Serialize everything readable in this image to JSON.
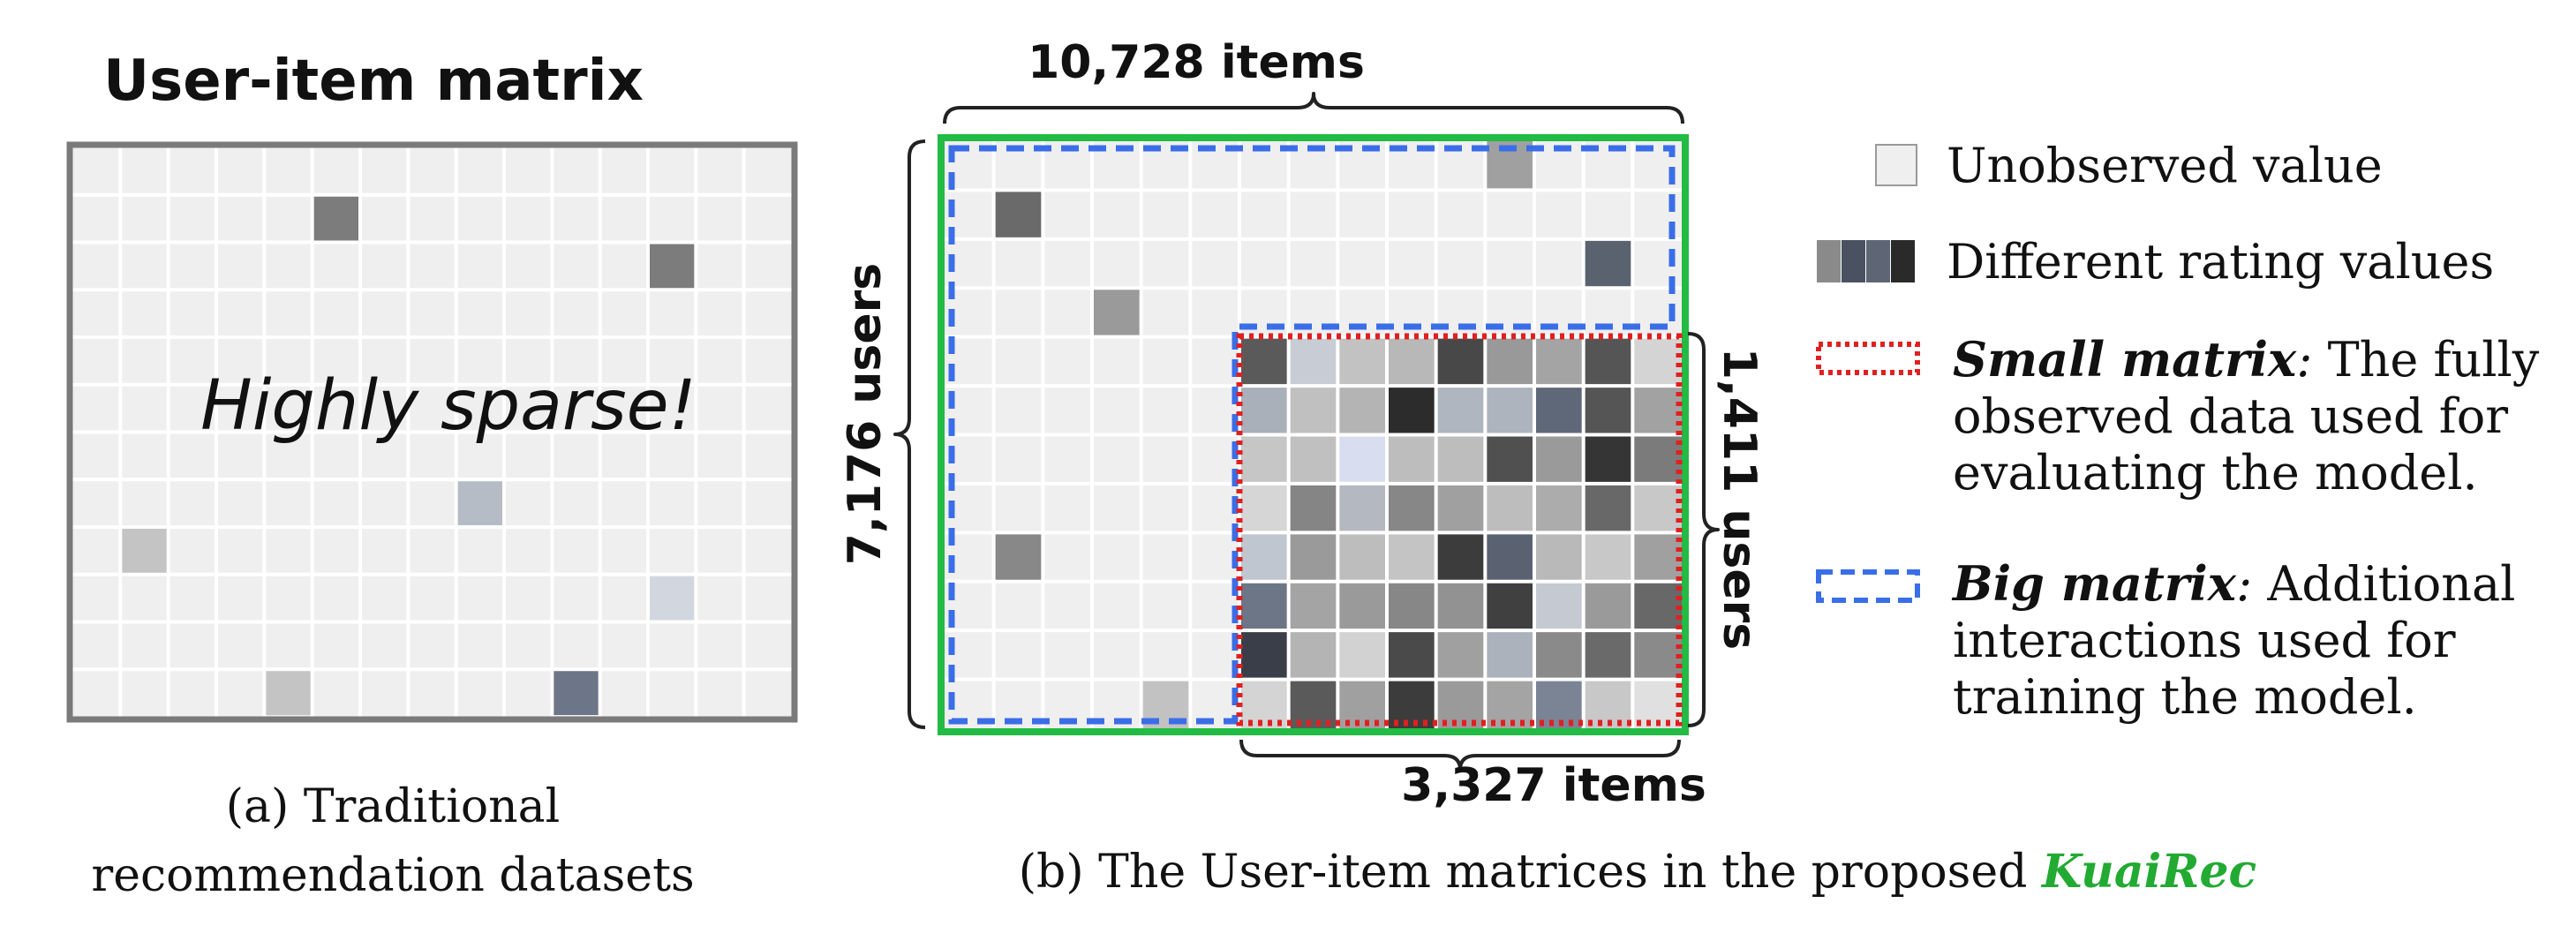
{
  "panel_a": {
    "title": "User-item matrix",
    "overlay": "Highly sparse!",
    "caption": [
      "(a) Traditional",
      "recommendation datasets"
    ],
    "grid": {
      "rows": 12,
      "cols": 15
    },
    "observed_cells": [
      {
        "row": 1,
        "col": 5,
        "color": "#7c7c7c"
      },
      {
        "row": 2,
        "col": 12,
        "color": "#7c7c7c"
      },
      {
        "row": 7,
        "col": 8,
        "color": "#b5bcc6"
      },
      {
        "row": 8,
        "col": 1,
        "color": "#c4c4c4"
      },
      {
        "row": 9,
        "col": 12,
        "color": "#d2d6df"
      },
      {
        "row": 11,
        "col": 4,
        "color": "#c4c4c4"
      },
      {
        "row": 11,
        "col": 10,
        "color": "#6c7688"
      }
    ]
  },
  "panel_b": {
    "top_label": "10,728 items",
    "left_label": "7,176 users",
    "right_label": "1,411 users",
    "bottom_label": "3,327 items",
    "caption_prefix": "(b) The User-item matrices in the proposed ",
    "caption_highlight": "KuaiRec",
    "grid": {
      "rows": 12,
      "cols": 15
    },
    "sparse_cells": [
      {
        "row": 0,
        "col": 11,
        "color": "#a0a0a0"
      },
      {
        "row": 1,
        "col": 1,
        "color": "#6a6a6a"
      },
      {
        "row": 2,
        "col": 13,
        "color": "#5a6270"
      },
      {
        "row": 3,
        "col": 3,
        "color": "#9a9a9a"
      },
      {
        "row": 8,
        "col": 1,
        "color": "#888888"
      },
      {
        "row": 11,
        "col": 4,
        "color": "#c2c2c2"
      }
    ],
    "dense_block": {
      "row_start": 4,
      "col_start": 6,
      "colors": [
        [
          "#5a5a5a",
          "#c8ccd4",
          "#c2c2c2",
          "#b8b8b8",
          "#484848",
          "#999999",
          "#a4a4a4",
          "#555555",
          "#d4d4d4"
        ],
        [
          "#aab0ba",
          "#c0c0c0",
          "#b4b4b4",
          "#2c2c2c",
          "#b0b6c0",
          "#aeb4be",
          "#5e6878",
          "#555555",
          "#a2a2a2"
        ],
        [
          "#c6c6c6",
          "#c0c0c0",
          "#d8def0",
          "#bdbdbd",
          "#bdbdbd",
          "#505050",
          "#9a9a9a",
          "#353535",
          "#7b7b7b"
        ],
        [
          "#d6d6d6",
          "#858585",
          "#b4b8c0",
          "#878787",
          "#a0a0a0",
          "#bdbdbd",
          "#acacac",
          "#686868",
          "#c8c8c8"
        ],
        [
          "#c0c6d0",
          "#9a9a9a",
          "#bdbdbd",
          "#c4c4c4",
          "#3c3c3c",
          "#5a6272",
          "#b9b9b9",
          "#c8c8c8",
          "#a0a0a0"
        ],
        [
          "#6c7686",
          "#a4a4a4",
          "#9a9a9a",
          "#878787",
          "#929292",
          "#404040",
          "#c4c9d2",
          "#9a9a9a",
          "#686868"
        ],
        [
          "#3a3e48",
          "#b4b4b4",
          "#d2d2d2",
          "#4a4a4a",
          "#a0a0a0",
          "#acb2bc",
          "#8a8a8a",
          "#6a6a6a",
          "#8a8a8a"
        ],
        [
          "#d4d4d4",
          "#5a5a5a",
          "#a0a0a0",
          "#3c3c3c",
          "#9a9a9a",
          "#a4a4a4",
          "#7a8494",
          "#c8c8c8",
          "#e0e0e0"
        ]
      ]
    }
  },
  "legend": {
    "unobserved_label": "Unobserved value",
    "rating_label": "Different rating values",
    "rating_swatch_colors": [
      "#8a8a8a",
      "#4a5262",
      "#5e6676",
      "#2a2a2a"
    ],
    "small_title": "Small matrix",
    "small_lines": [
      "The fully",
      "observed data used for",
      "evaluating the model."
    ],
    "big_title": "Big matrix",
    "big_lines": [
      "Additional",
      "interactions used for",
      "training the model."
    ]
  },
  "colors": {
    "cell_empty": "#efefef",
    "grid_line": "#ffffff",
    "panel_a_border": "#7a7a7a",
    "big_matrix_outline": "#22bb44",
    "big_matrix_dash": "#3a6ee8",
    "small_matrix_dot": "#e02020",
    "kuairec": "#22aa33"
  }
}
